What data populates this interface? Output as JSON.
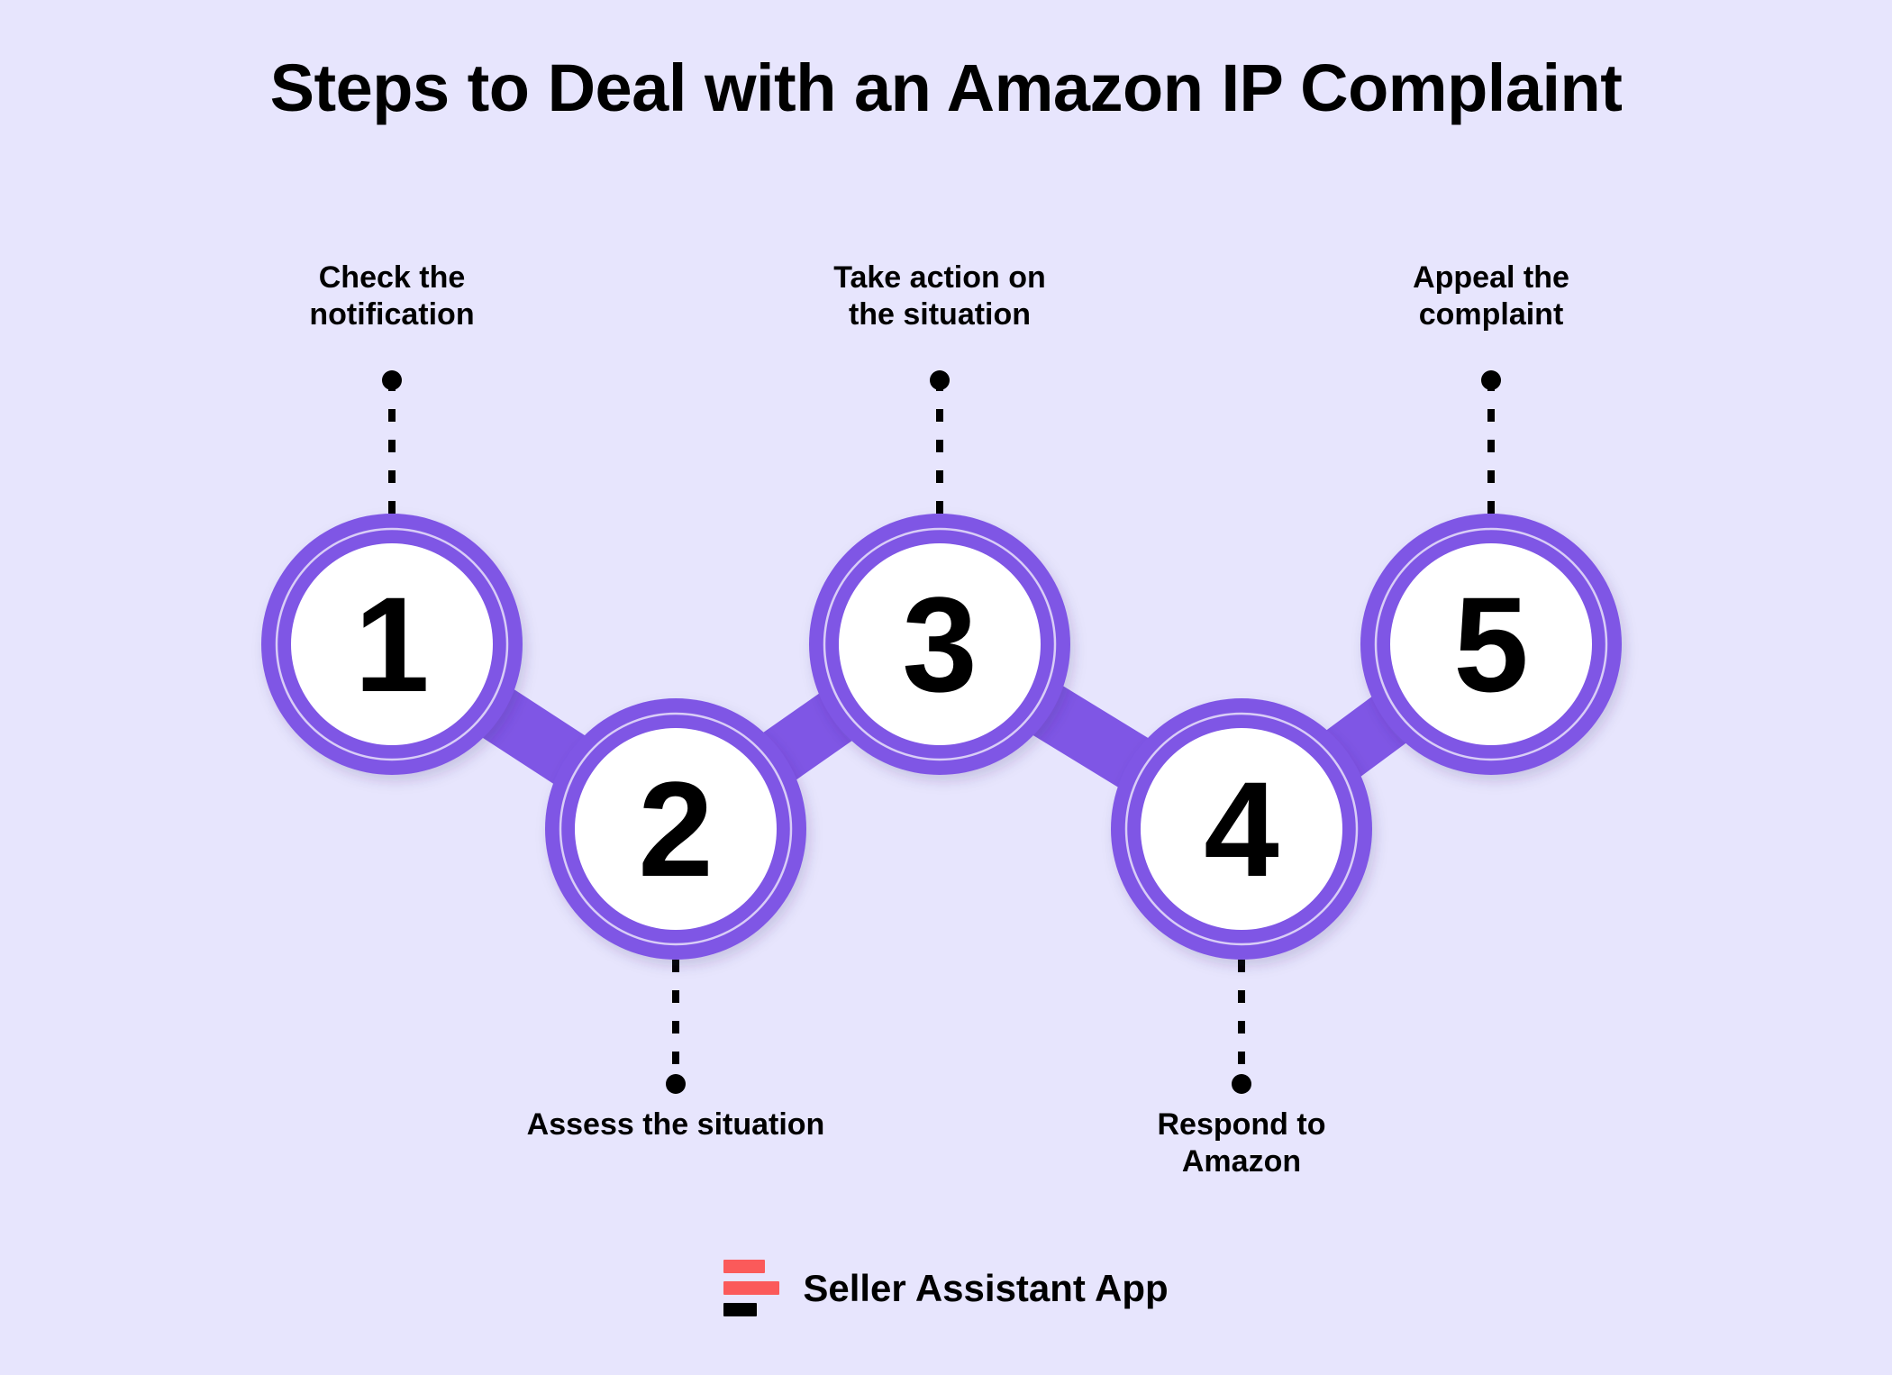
{
  "title": "Steps to Deal with an Amazon IP Complaint",
  "background_color": "#e7e5fd",
  "accent_color": "#7f56e5",
  "steps": [
    {
      "number": "1",
      "label": "Check the\nnotification",
      "position": "top"
    },
    {
      "number": "2",
      "label": "Assess the situation",
      "position": "bottom"
    },
    {
      "number": "3",
      "label": "Take action on\nthe situation",
      "position": "top"
    },
    {
      "number": "4",
      "label": "Respond to\nAmazon",
      "position": "bottom"
    },
    {
      "number": "5",
      "label": "Appeal the\ncomplaint",
      "position": "top"
    }
  ],
  "footer": {
    "brand_name": "Seller Assistant App",
    "logo_colors": [
      "#fb5a5a",
      "#fb5a5a",
      "#000000"
    ]
  }
}
